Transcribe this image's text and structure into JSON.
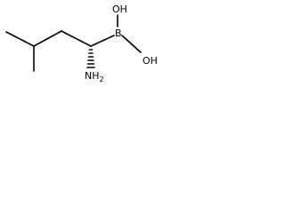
{
  "molecule": {
    "atoms": {
      "oh_top": "OH",
      "oh_right": "OH",
      "boron": "B",
      "amine": "NH",
      "amine_sub": "2"
    },
    "stereo": {
      "alpha_carbon_to_amine": "hashed-wedge"
    }
  }
}
